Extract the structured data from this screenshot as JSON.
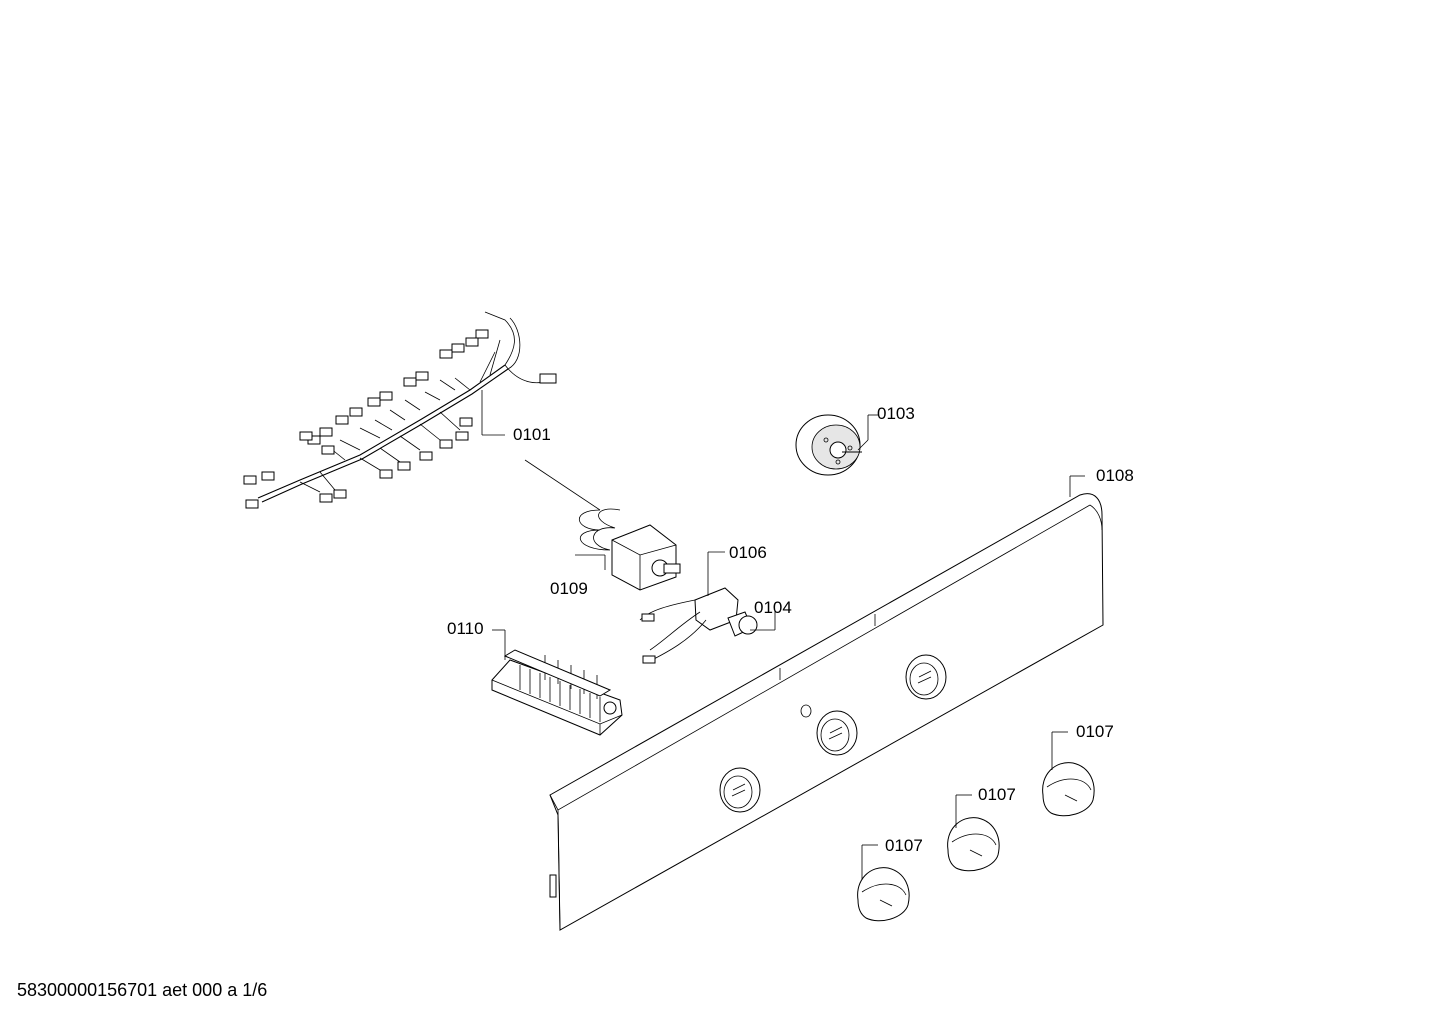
{
  "labels": {
    "p0101": "0101",
    "p0103": "0103",
    "p0104": "0104",
    "p0106": "0106",
    "p0107a": "0107",
    "p0107b": "0107",
    "p0107c": "0107",
    "p0108": "0108",
    "p0109": "0109",
    "p0110": "0110"
  },
  "footer": {
    "text": "58300000156701 aet 000 a 1/6"
  }
}
